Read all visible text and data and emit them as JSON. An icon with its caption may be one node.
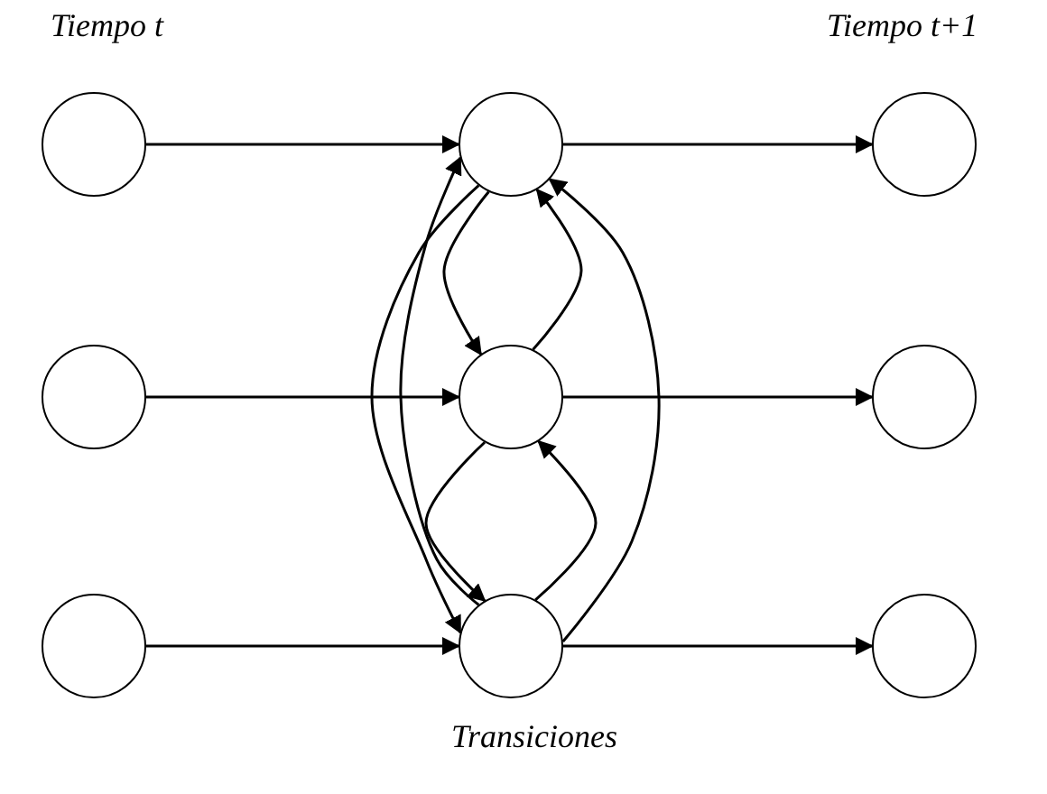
{
  "diagram": {
    "nodes": [
      {
        "text": [],
        "shape": "circle"
      },
      {
        "text": [],
        "shape": "circle"
      },
      {
        "text": [],
        "shape": "circle"
      },
      {
        "text": [],
        "shape": "circle"
      },
      {
        "text": [],
        "shape": "circle"
      },
      {
        "text": [],
        "shape": "circle"
      },
      {
        "text": [],
        "shape": "circle"
      },
      {
        "text": [],
        "shape": "circle"
      },
      {
        "text": [],
        "shape": "circle"
      }
    ],
    "edges": [
      {
        "from": 0,
        "to": 1,
        "arrow": "to"
      },
      {
        "from": 3,
        "to": 4,
        "arrow": "to"
      },
      {
        "from": 6,
        "to": 7,
        "arrow": "to"
      },
      {
        "from": 1,
        "to": 2,
        "arrow": "to"
      },
      {
        "from": 4,
        "to": 5,
        "arrow": "to"
      },
      {
        "from": 7,
        "to": 8,
        "arrow": "to"
      },
      {
        "from": 1,
        "to": 7,
        "arrow": "to"
      },
      {
        "from": 7,
        "to": 1,
        "arrow": "to"
      },
      {
        "from": 7,
        "to": 1,
        "arrow": "to"
      },
      {
        "from": 1,
        "to": 4,
        "arrow": "to"
      },
      {
        "from": 4,
        "to": 1,
        "arrow": "to"
      },
      {
        "from": 4,
        "to": 7,
        "arrow": "to"
      },
      {
        "from": 7,
        "to": 4,
        "arrow": "to"
      }
    ],
    "labels": [
      "Tiempo t",
      "Tiempo t+1",
      "Transiciones"
    ]
  }
}
